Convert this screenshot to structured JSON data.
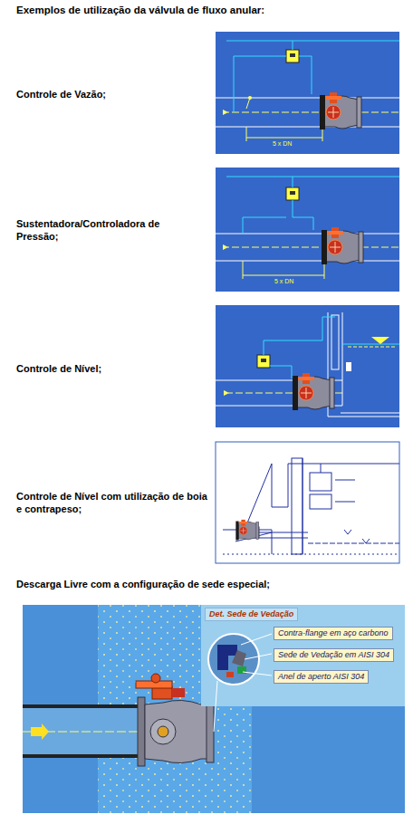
{
  "diagram": {
    "title": "Exemplos de utilização da válvula de fluxo anular:",
    "nodes": [
      {
        "text": [
          "Det. Sede de Vedação"
        ]
      },
      {
        "text": [
          "Contra-flange em aço carbono"
        ]
      },
      {
        "text": [
          "Sede de Vedação em AISI 304"
        ]
      },
      {
        "text": [
          "Anel de aperto AISI 304"
        ]
      }
    ],
    "labels": [
      "Controle de Vazão;",
      "5 x DN",
      "Sustentadora/Controladora de Pressão;",
      "5 x DN",
      "Controle de Nível;",
      "Controle de Nível com utilização de boia e contrapeso;",
      "Descarga Livre com a configuração de sede especial;"
    ]
  }
}
